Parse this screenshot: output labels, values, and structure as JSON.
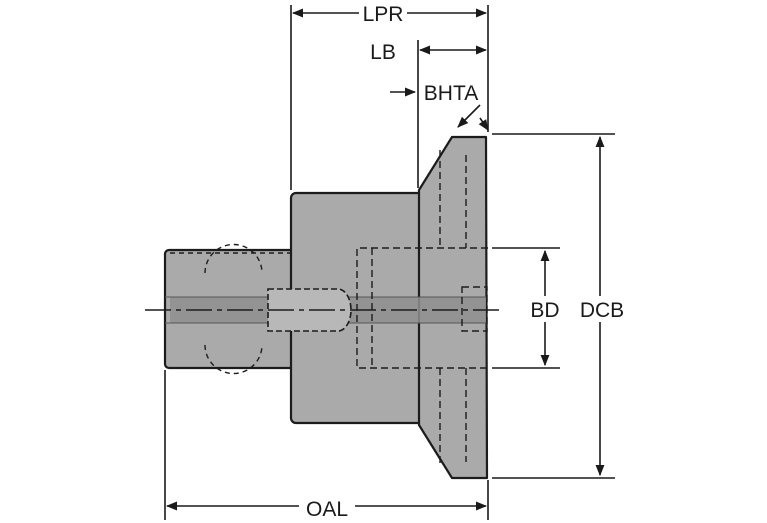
{
  "labels": {
    "lpr": "LPR",
    "lb": "LB",
    "bhta": "BHTA",
    "bd": "BD",
    "dcb": "DCB",
    "oal": "OAL"
  },
  "colors": {
    "body_fill": "#a9aaa9",
    "body_stroke": "#1c1c1c",
    "bore_fill": "#8e8f8e",
    "dimension_line": "#1a1a1a",
    "background": "#ffffff"
  }
}
